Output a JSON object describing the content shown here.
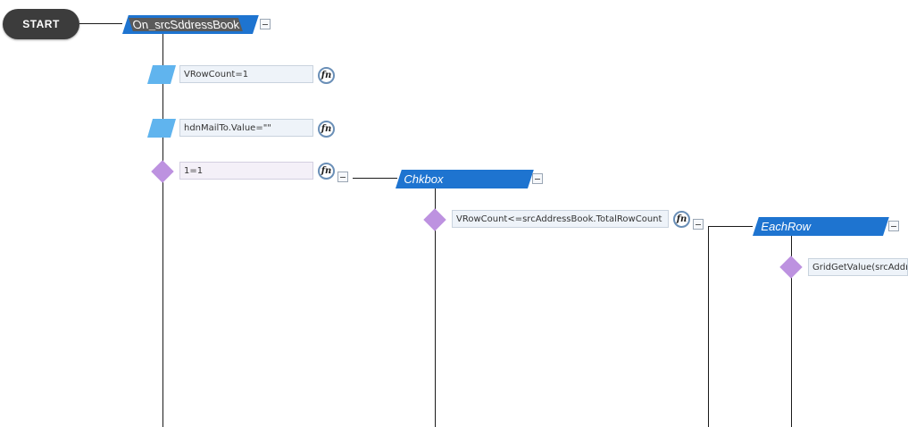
{
  "start": {
    "label": "START"
  },
  "functions": [
    {
      "name": "On_srcSddressBook"
    },
    {
      "name": "Chkbox"
    },
    {
      "name": "EachRow"
    }
  ],
  "statements": {
    "assign_1": "VRowCount=1",
    "assign_2": "hdnMailTo.Value=\"\"",
    "cond_1": "1=1",
    "cond_2": "VRowCount<=srcAddressBook.TotalRowCount",
    "cond_3": "GridGetValue(srcAddr"
  },
  "icons": {
    "fn_button": "fn",
    "collapse_button": "collapse-icon"
  },
  "colors": {
    "function_header": "#1e74d0",
    "assignment_shape": "#60b4ee",
    "condition_shape": "#bd92e0",
    "start_node": "#3c3c3c"
  }
}
